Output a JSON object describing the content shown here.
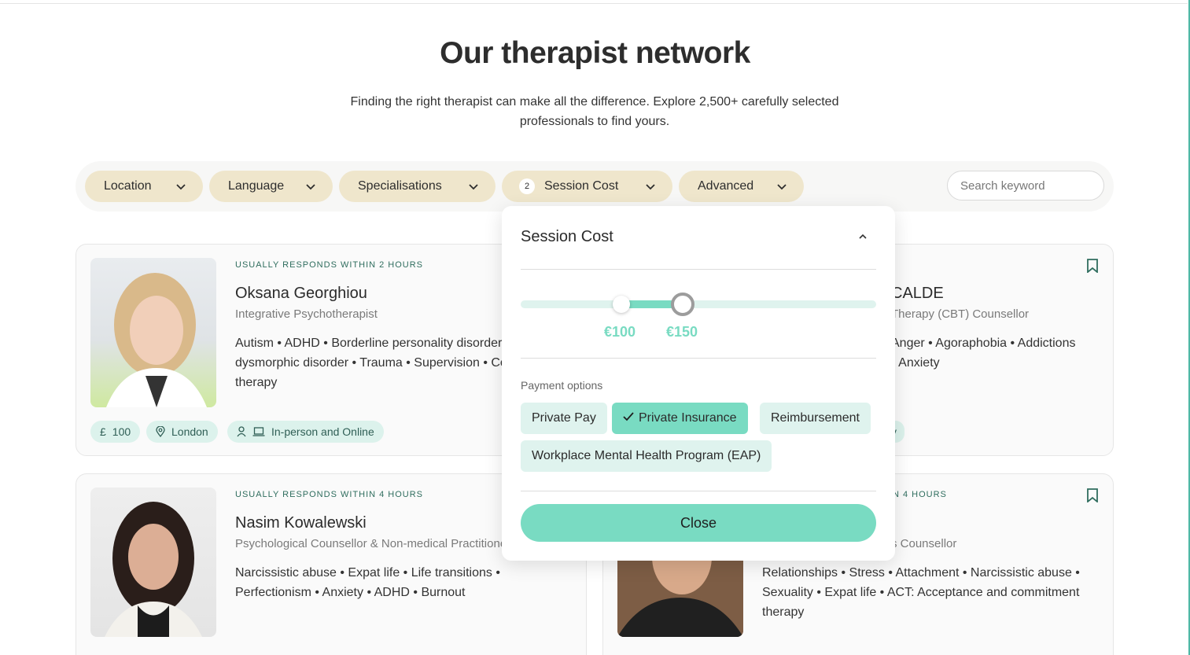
{
  "header": {
    "title": "Our therapist network",
    "subtitle": "Finding the right therapist can make all the difference. Explore 2,500+ carefully selected professionals to find yours."
  },
  "filters": {
    "location": "Location",
    "language": "Language",
    "specialisations": "Specialisations",
    "session_cost": "Session Cost",
    "session_cost_count": "2",
    "advanced": "Advanced",
    "search_placeholder": "Search keyword"
  },
  "cards": [
    {
      "responds": "USUALLY RESPONDS WITHIN 2 HOURS",
      "name": "Oksana Georghiou",
      "role": "Integrative Psychotherapist",
      "specs": "Autism • ADHD • Borderline personality disorder • Body dysmorphic disorder • Trauma • Supervision • Couples therapy",
      "price": "100",
      "currency": "£",
      "location": "London",
      "mode": "In-person and Online"
    },
    {
      "name_fragment": "CALDE",
      "role_fragment": "Therapy (CBT) Counsellor",
      "specs_line1": "Anger • Agoraphobia • Addictions",
      "specs_line2": "• Anxiety",
      "tag_fragment": "y"
    },
    {
      "responds": "USUALLY RESPONDS WITHIN 4 HOURS",
      "name": "Nasim Kowalewski",
      "role": "Psychological Counsellor & Non-medical Practitioner",
      "specs": "Narcissistic abuse • Expat life • Life transitions • Perfectionism • Anxiety • ADHD • Burnout"
    },
    {
      "responds_fragment": "N 4 HOURS",
      "role_fragment": "s Counsellor",
      "specs": "Relationships • Stress • Attachment • Narcissistic abuse • Sexuality • Expat life • ACT: Acceptance and commitment therapy"
    }
  ],
  "popup": {
    "title": "Session Cost",
    "min_label": "€100",
    "max_label": "€150",
    "min_value": 100,
    "max_value": 150,
    "payment_label": "Payment options",
    "options": [
      "Private Pay",
      "Private Insurance",
      "Reimbursement",
      "Workplace Mental Health Program (EAP)"
    ],
    "selected_option": "Private Insurance",
    "close_label": "Close"
  },
  "colors": {
    "chip": "#efe6cc",
    "accent": "#79dbc2",
    "tag": "#dcf2ec"
  }
}
